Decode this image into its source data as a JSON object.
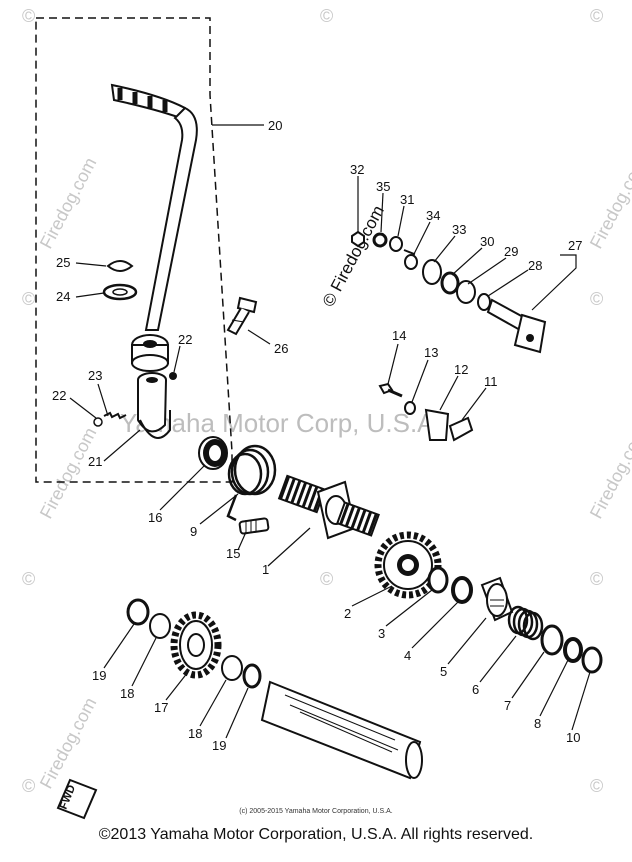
{
  "callouts": [
    {
      "id": "c20",
      "text": "20"
    },
    {
      "id": "c32",
      "text": "32"
    },
    {
      "id": "c35",
      "text": "35"
    },
    {
      "id": "c31",
      "text": "31"
    },
    {
      "id": "c34",
      "text": "34"
    },
    {
      "id": "c33",
      "text": "33"
    },
    {
      "id": "c30",
      "text": "30"
    },
    {
      "id": "c29",
      "text": "29"
    },
    {
      "id": "c28",
      "text": "28"
    },
    {
      "id": "c27",
      "text": "27"
    },
    {
      "id": "c25",
      "text": "25"
    },
    {
      "id": "c24",
      "text": "24"
    },
    {
      "id": "c26",
      "text": "26"
    },
    {
      "id": "c22a",
      "text": "22"
    },
    {
      "id": "c23",
      "text": "23"
    },
    {
      "id": "c22b",
      "text": "22"
    },
    {
      "id": "c21",
      "text": "21"
    },
    {
      "id": "c14",
      "text": "14"
    },
    {
      "id": "c13",
      "text": "13"
    },
    {
      "id": "c12",
      "text": "12"
    },
    {
      "id": "c11",
      "text": "11"
    },
    {
      "id": "c16",
      "text": "16"
    },
    {
      "id": "c9",
      "text": "9"
    },
    {
      "id": "c15",
      "text": "15"
    },
    {
      "id": "c1",
      "text": "1"
    },
    {
      "id": "c2",
      "text": "2"
    },
    {
      "id": "c3",
      "text": "3"
    },
    {
      "id": "c4",
      "text": "4"
    },
    {
      "id": "c5",
      "text": "5"
    },
    {
      "id": "c6",
      "text": "6"
    },
    {
      "id": "c7",
      "text": "7"
    },
    {
      "id": "c8",
      "text": "8"
    },
    {
      "id": "c10",
      "text": "10"
    },
    {
      "id": "c19a",
      "text": "19"
    },
    {
      "id": "c18a",
      "text": "18"
    },
    {
      "id": "c17",
      "text": "17"
    },
    {
      "id": "c18b",
      "text": "18"
    },
    {
      "id": "c19b",
      "text": "19"
    }
  ],
  "watermark": {
    "brand": "© Firedog.com",
    "short": "Firedog.com",
    "yamaha": "Yamaha Motor Corp, U.S.A."
  },
  "fwd_label": "FWD",
  "small_copyright": "(c) 2005-2015 Yamaha Motor Corporation, U.S.A.",
  "footer": "©2013 Yamaha Motor Corporation, U.S.A. All rights reserved."
}
